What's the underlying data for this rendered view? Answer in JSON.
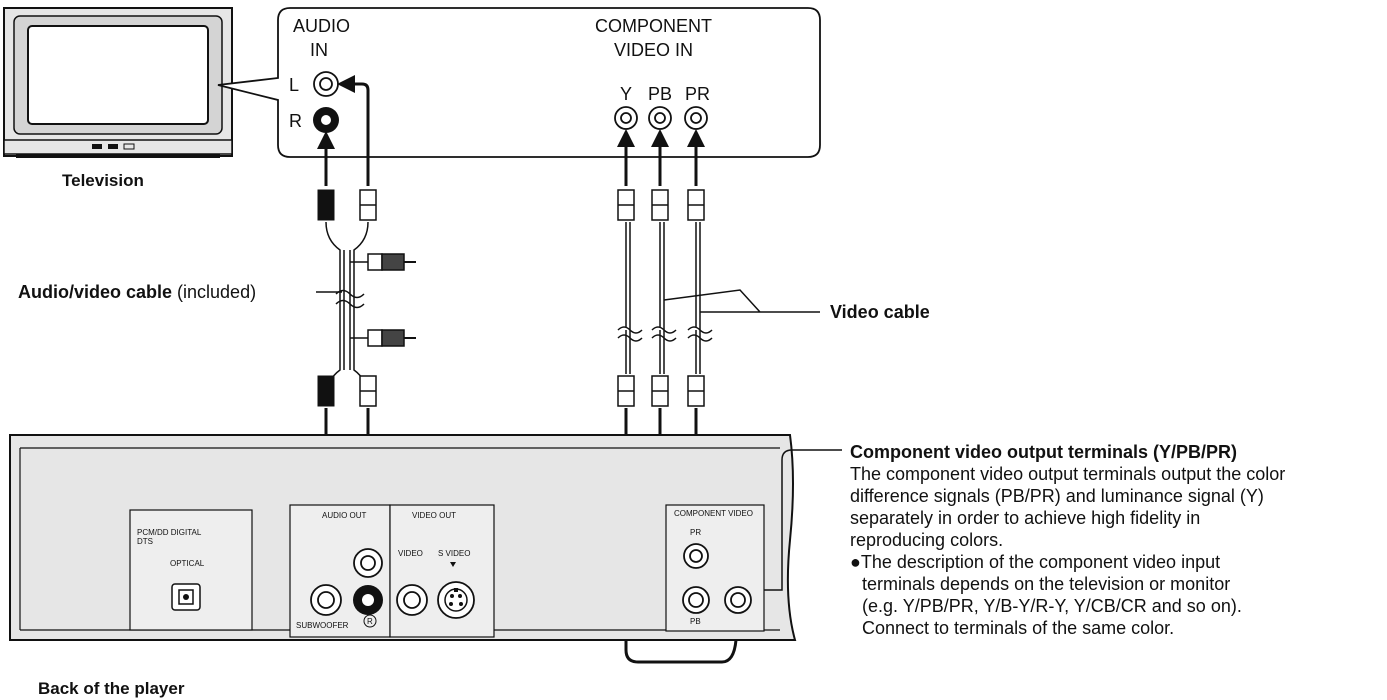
{
  "tv": {
    "caption": "Television",
    "audio_in_line1": "AUDIO",
    "audio_in_line2": "IN",
    "left_label": "L",
    "right_label": "R",
    "component_line1": "COMPONENT",
    "component_line2": "VIDEO IN",
    "y_label": "Y",
    "pb_label": "PB",
    "pr_label": "PR"
  },
  "cables": {
    "av_cable_bold": "Audio/video cable",
    "av_cable_rest": " (included)",
    "video_cable": "Video cable"
  },
  "player": {
    "caption": "Back of the player",
    "digital_label_1": "PCM/DD DIGITAL",
    "digital_label_2": "DTS",
    "optical_label": "OPTICAL",
    "audio_out_label": "AUDIO OUT",
    "video_out_label": "VIDEO OUT",
    "video_label": "VIDEO",
    "s_video_label": "S VIDEO",
    "subwoofer_label": "SUBWOOFER",
    "r_mark": "R",
    "component_video_label": "COMPONENT VIDEO",
    "pr_small": "PR",
    "pb_small": "PB"
  },
  "description": {
    "heading": "Component video output terminals (Y/PB/PR)",
    "line1": "The component video output terminals output the color",
    "line2": "difference signals (PB/PR) and luminance signal (Y)",
    "line3": "separately in order to achieve high fidelity in",
    "line4": "reproducing colors.",
    "bullet1": "●The description of the component video input",
    "bullet2": "terminals depends on the television or monitor",
    "bullet3": "(e.g. Y/PB/PR, Y/B-Y/R-Y, Y/CB/CR and so on).",
    "bullet4": "Connect to terminals of the same color."
  }
}
